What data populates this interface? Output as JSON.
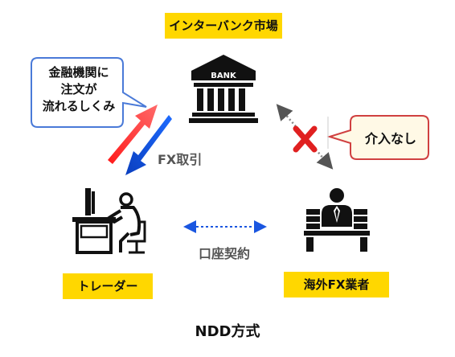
{
  "diagram": {
    "title": "NDD方式",
    "nodes": {
      "interbank": {
        "label": "インターバンク市場",
        "icon": "bank-icon",
        "icon_text": "BANK"
      },
      "trader": {
        "label": "トレーダー",
        "icon": "trader-at-computer-icon"
      },
      "broker": {
        "label": "海外FX業者",
        "icon": "businessperson-at-desk-icon"
      }
    },
    "edges": {
      "trader_interbank": {
        "label": "FX取引"
      },
      "trader_broker": {
        "label": "口座契約"
      },
      "broker_interbank": {
        "blocked": true,
        "icon": "cross-mark-icon"
      }
    },
    "callouts": {
      "left": {
        "lines": [
          "金融機関に",
          "注文が",
          "流れるしくみ"
        ]
      },
      "right": {
        "text": "介入なし"
      }
    },
    "colors": {
      "label_bg": "#ffd700",
      "arrow_red": "#ff1a1a",
      "arrow_blue": "#1a56e0",
      "cross": "#e02020",
      "callout_border": "#d04040",
      "callout_bg": "#fff9e6"
    }
  }
}
